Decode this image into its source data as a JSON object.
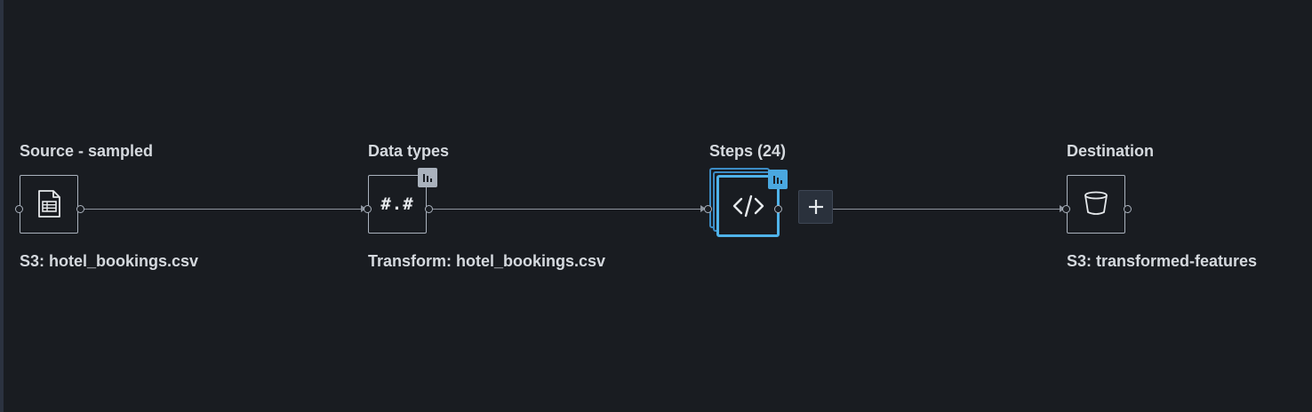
{
  "flow": {
    "source": {
      "title": "Source - sampled",
      "subtitle": "S3: hotel_bookings.csv",
      "icon": "csv-file-icon"
    },
    "data_types": {
      "title": "Data types",
      "subtitle": "Transform: hotel_bookings.csv",
      "symbol": "#.#",
      "icon": "data-types-icon"
    },
    "steps": {
      "title": "Steps (24)",
      "icon": "code-icon"
    },
    "destination": {
      "title": "Destination",
      "subtitle": "S3: transformed-features",
      "icon": "bucket-icon"
    }
  },
  "colors": {
    "background": "#191c21",
    "text": "#d5d9de",
    "accent": "#4fb3ea",
    "node_border": "#aab2bd"
  }
}
